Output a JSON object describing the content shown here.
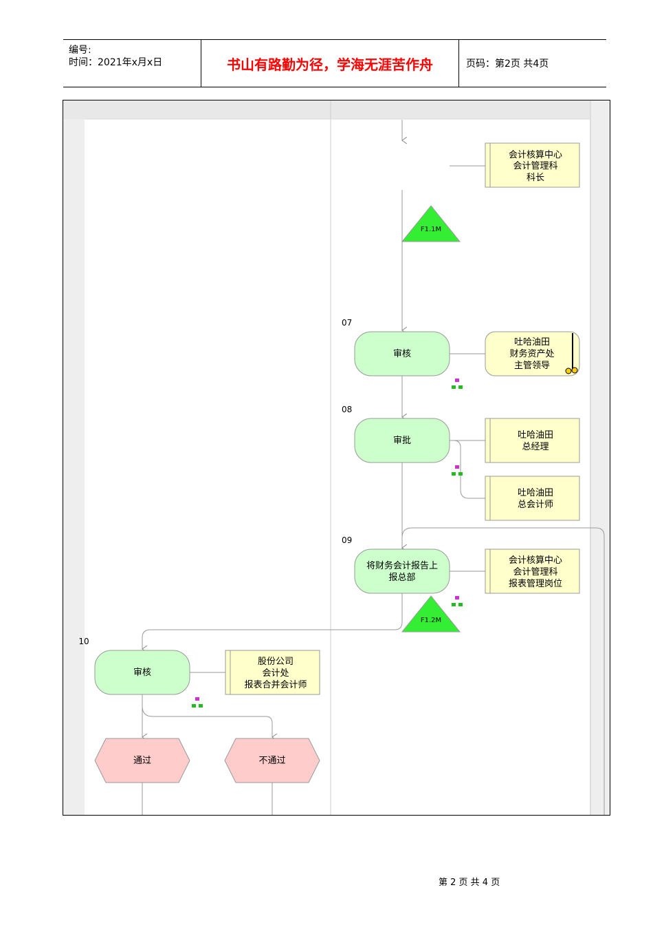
{
  "header": {
    "number_label": "编号:",
    "time_label": "时间：2021年x月x日",
    "slogan": "书山有路勤为径，学海无涯苦作舟",
    "page_label": "页码：第2页 共4页"
  },
  "diagram": {
    "role_top": [
      "会计核算中心",
      "会计管理科",
      "科长"
    ],
    "milestone_1": "F1.1M",
    "step_07": {
      "num": "07",
      "label": "审核",
      "role": [
        "吐哈油田",
        "财务资产处",
        "主管领导"
      ]
    },
    "step_08": {
      "num": "08",
      "label": "审批",
      "role_a": [
        "吐哈油田",
        "总经理"
      ],
      "role_b": [
        "吐哈油田",
        "总会计师"
      ]
    },
    "step_09": {
      "num": "09",
      "label": [
        "将财务会计报告上",
        "报总部"
      ],
      "role": [
        "会计核算中心",
        "会计管理科",
        "报表管理岗位"
      ]
    },
    "milestone_2": "F1.2M",
    "step_10": {
      "num": "10",
      "label": "审核",
      "role": [
        "股份公司",
        "会计处",
        "报表合并会计师"
      ]
    },
    "outcome_pass": "通过",
    "outcome_fail": "不通过"
  },
  "footer": {
    "page": "第 2 页 共 4 页"
  },
  "colors": {
    "process_fill": "#ccffcc",
    "role_fill": "#ffffcc",
    "milestone_fill": "#33ee33",
    "outcome_fill": "#ffcccc",
    "slogan": "#ff0000"
  }
}
